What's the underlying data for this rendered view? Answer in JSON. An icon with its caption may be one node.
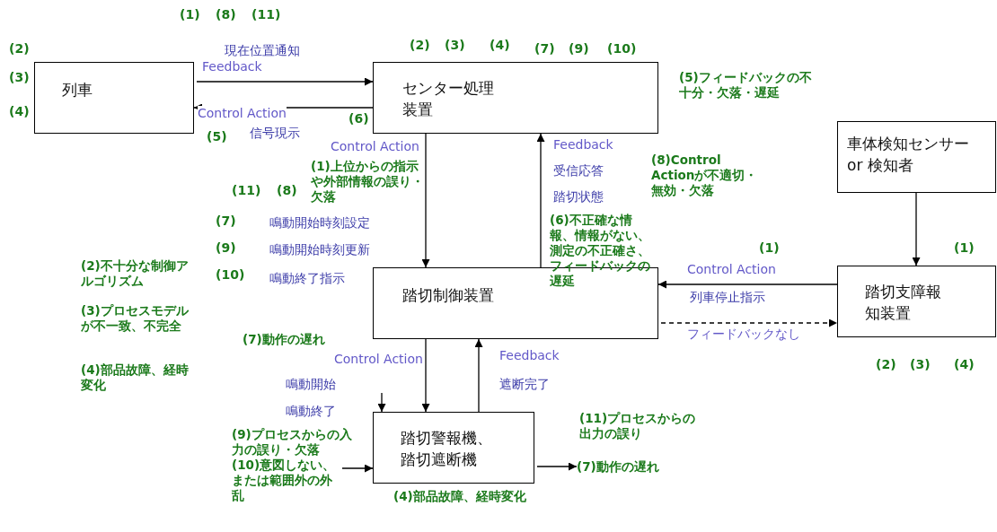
{
  "diagram": {
    "nodes": [
      {
        "text": [
          "列車"
        ]
      },
      {
        "text": [
          "センター処理装置"
        ]
      },
      {
        "text": [
          "車体検知センサー or 検知者"
        ]
      },
      {
        "text": [
          "踏切制御装置"
        ]
      },
      {
        "text": [
          "踏切支障報知装置"
        ]
      },
      {
        "text": [
          "踏切警報機、踏切遮断機"
        ]
      },
      {
        "text": [
          "(10)意図しない、または範囲外の外乱"
        ]
      },
      {
        "text": [
          "(7)動作の遅れ"
        ]
      }
    ],
    "edges": [
      {
        "from": 0,
        "to": 1,
        "arrow": "to",
        "label": "Feedback"
      },
      {
        "from": 1,
        "to": 0,
        "arrow": "to",
        "label": "Control Action"
      },
      {
        "from": 1,
        "to": 3,
        "arrow": "to",
        "label": "Control Action"
      },
      {
        "from": 3,
        "to": 1,
        "arrow": "to",
        "label": "Feedback"
      },
      {
        "from": 2,
        "to": 4,
        "arrow": "to"
      },
      {
        "from": 4,
        "to": 3,
        "arrow": "to",
        "label": "Control Action"
      },
      {
        "from": 3,
        "to": 4,
        "arrow": "to",
        "label": "フィードバックなし",
        "style": "dashed"
      },
      {
        "from": 3,
        "to": 5,
        "arrow": "to",
        "label": "Control Action"
      },
      {
        "from": 5,
        "to": 3,
        "arrow": "to",
        "label": "Feedback"
      },
      {
        "from": null,
        "to": 5,
        "arrow": "to"
      },
      {
        "from": 6,
        "to": 5,
        "arrow": "to"
      },
      {
        "from": 5,
        "to": 7,
        "arrow": "to"
      }
    ],
    "labels": [
      "(1)",
      "(8)",
      "(11)",
      "(2)",
      "現在位置通知",
      "(2)",
      "(3)",
      "(4)",
      "(7)",
      "(9)",
      "(10)",
      "(3)",
      "(5)フィードバックの不十分・欠落・遅延",
      "(4)",
      "(6)",
      "(5)",
      "信号現示",
      "(1)上位からの指示や外部情報の誤り・欠落",
      "受信応答",
      "(8)Control Actionが不適切・無効・欠落",
      "(11)",
      "(8)",
      "踏切状態",
      "(7)",
      "鳴動開始時刻設定",
      "(6)不正確な情報、情報がない、測定の不正確さ、フィードバックの遅延",
      "(9)",
      "鳴動開始時刻更新",
      "(1)",
      "(1)",
      "(2)不十分な制御アルゴリズム",
      "(10)",
      "鳴動終了指示",
      "列車停止指示",
      "(3)プロセスモデルが不一致、不完全",
      "(7)動作の遅れ",
      "(4)部品故障、経時変化",
      "(2)",
      "(3)",
      "(4)",
      "鳴動開始",
      "遮断完了",
      "鳴動終了",
      "(11)プロセスからの出力の誤り",
      "(9)プロセスからの入力の誤り・欠落",
      "(4)部品故障、経時変化"
    ]
  }
}
